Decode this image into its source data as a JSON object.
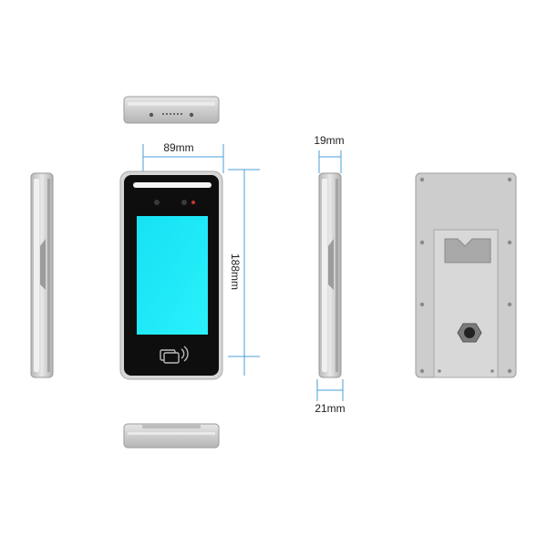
{
  "dimensions": {
    "width_label": "89mm",
    "height_label": "188mm",
    "depth_top_label": "19mm",
    "depth_bottom_label": "21mm"
  },
  "colors": {
    "dimension_line": "#4a9fd8",
    "screen": "#1ee6f5",
    "bezel": "#111111",
    "frame": "#d9d9d9",
    "back_plate": "#cfcfcf"
  },
  "icons": {
    "card_reader": "nfc-card-icon",
    "cable_port": "cable-gland-icon"
  }
}
